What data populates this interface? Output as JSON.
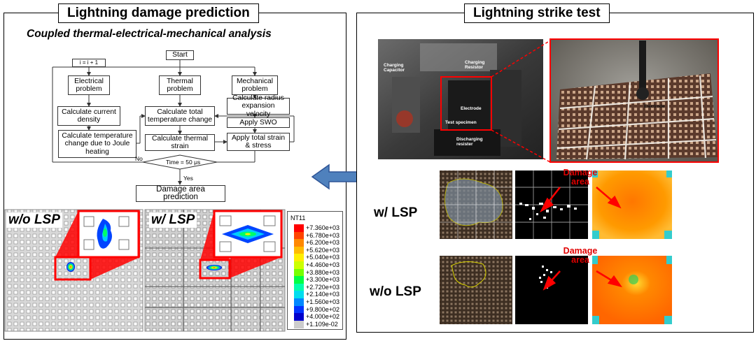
{
  "left_panel": {
    "title": "Lightning damage prediction",
    "subtitle": "Coupled thermal-electrical-mechanical analysis"
  },
  "flowchart": {
    "start": "Start",
    "increment": "i = i + 1",
    "electrical_problem": "Electrical problem",
    "thermal_problem": "Thermal problem",
    "mechanical_problem": "Mechanical problem",
    "calc_current_density": "Calculate current density",
    "calc_temp_change_joule": "Calculate temperature change due to Joule heating",
    "calc_total_temp_change": "Calculate total temperature change",
    "calc_thermal_strain": "Calculate thermal strain",
    "calc_radius_expansion": "Calculate radius expansion velocity",
    "apply_swo": "Apply SWO",
    "apply_total_strain": "Apply total strain & stress",
    "decision": "Time = 50 μs",
    "no_label": "No",
    "yes_label": "Yes",
    "damage_area_prediction": "Damage area prediction"
  },
  "simulation": {
    "without_lsp_label": "w/o LSP",
    "with_lsp_label": "w/ LSP"
  },
  "legend": {
    "title": "NT11",
    "entries": [
      {
        "label": "+7.360e+03",
        "color": "#ff0000"
      },
      {
        "label": "+6.780e+03",
        "color": "#ff4400"
      },
      {
        "label": "+6.200e+03",
        "color": "#ff8800"
      },
      {
        "label": "+5.620e+03",
        "color": "#ffbb00"
      },
      {
        "label": "+5.040e+03",
        "color": "#ffee00"
      },
      {
        "label": "+4.460e+03",
        "color": "#ccff00"
      },
      {
        "label": "+3.880e+03",
        "color": "#77ff00"
      },
      {
        "label": "+3.300e+03",
        "color": "#00ff44"
      },
      {
        "label": "+2.720e+03",
        "color": "#00ffaa"
      },
      {
        "label": "+2.140e+03",
        "color": "#00ddee"
      },
      {
        "label": "+1.560e+03",
        "color": "#0088ff"
      },
      {
        "label": "+9.800e+02",
        "color": "#0033ff"
      },
      {
        "label": "+4.000e+02",
        "color": "#0000cc"
      },
      {
        "label": "+1.109e-02",
        "color": "#cccccc"
      }
    ]
  },
  "right_panel": {
    "title": "Lightning strike test",
    "with_lsp_label": "w/ LSP",
    "without_lsp_label": "w/o LSP",
    "damage_area_label_top": "Damage area",
    "damage_area_label_bottom": "Damage area"
  },
  "photo_labels": {
    "charging_capacitor": "Charging Capacitor",
    "charging_resistor": "Charging Resistor",
    "electrode": "Electrode",
    "test_specimen": "Test specimen",
    "discharging_resister": "Discharging resister",
    "electrode_closeup": "Electrode"
  },
  "colors": {
    "highlight": "#ff0000",
    "arrow_fill": "#4f81bd",
    "arrow_stroke": "#2f5597",
    "damage_text": "#e00000"
  }
}
